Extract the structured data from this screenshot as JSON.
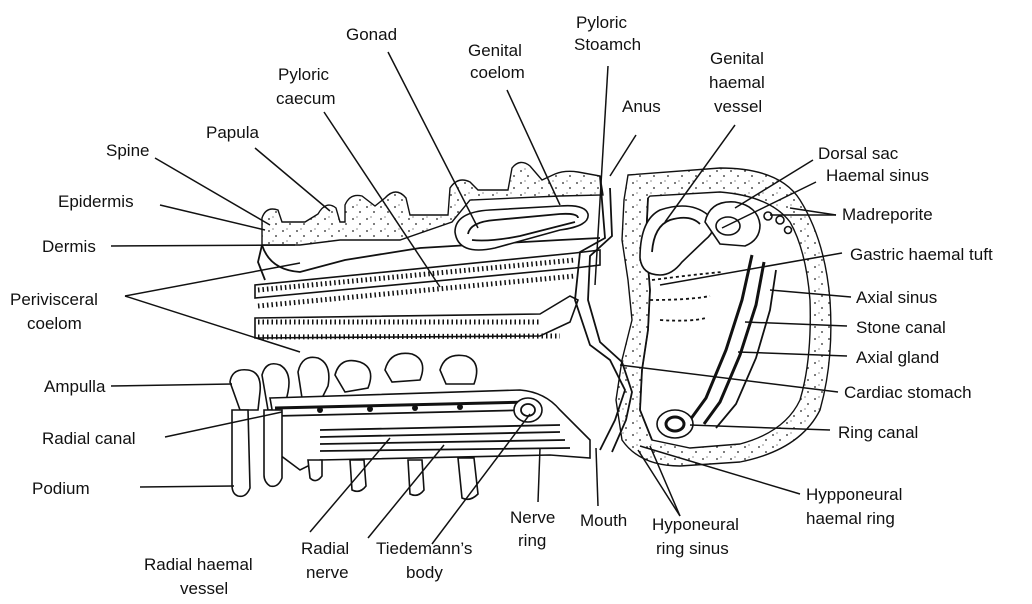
{
  "labels": {
    "gonad": "Gonad",
    "pyloric_stomach_1": "Pyloric",
    "pyloric_stomach_2": "Stoamch",
    "genital_coelom_1": "Genital",
    "genital_coelom_2": "coelom",
    "genital_haemal_vessel_1": "Genital",
    "genital_haemal_vessel_2": "haemal",
    "genital_haemal_vessel_3": "vessel",
    "pyloric_caecum_1": "Pyloric",
    "pyloric_caecum_2": "caecum",
    "anus": "Anus",
    "papula": "Papula",
    "spine": "Spine",
    "dorsal_sac": "Dorsal sac",
    "haemal_sinus": "Haemal sinus",
    "epidermis": "Epidermis",
    "madreporite": "Madreporite",
    "dermis": "Dermis",
    "gastric_haemal_tuft": "Gastric haemal tuft",
    "perivisceral_coelom_1": "Perivisceral",
    "perivisceral_coelom_2": "coelom",
    "axial_sinus": "Axial sinus",
    "stone_canal": "Stone canal",
    "axial_gland": "Axial gland",
    "ampulla": "Ampulla",
    "cardiac_stomach": "Cardiac stomach",
    "radial_canal": "Radial canal",
    "ring_canal": "Ring canal",
    "podium": "Podium",
    "hypponeural_haemal_ring_1": "Hypponeural",
    "hypponeural_haemal_ring_2": "haemal ring",
    "nerve_ring_1": "Nerve",
    "nerve_ring_2": "ring",
    "mouth": "Mouth",
    "hyponeural_ring_sinus_1": "Hyponeural",
    "hyponeural_ring_sinus_2": "ring sinus",
    "radial_haemal_vessel_1": "Radial haemal",
    "radial_haemal_vessel_2": "vessel",
    "radial_nerve_1": "Radial",
    "radial_nerve_2": "nerve",
    "tiedemanns_body_1": "Tiedemann’s",
    "tiedemanns_body_2": "body"
  }
}
